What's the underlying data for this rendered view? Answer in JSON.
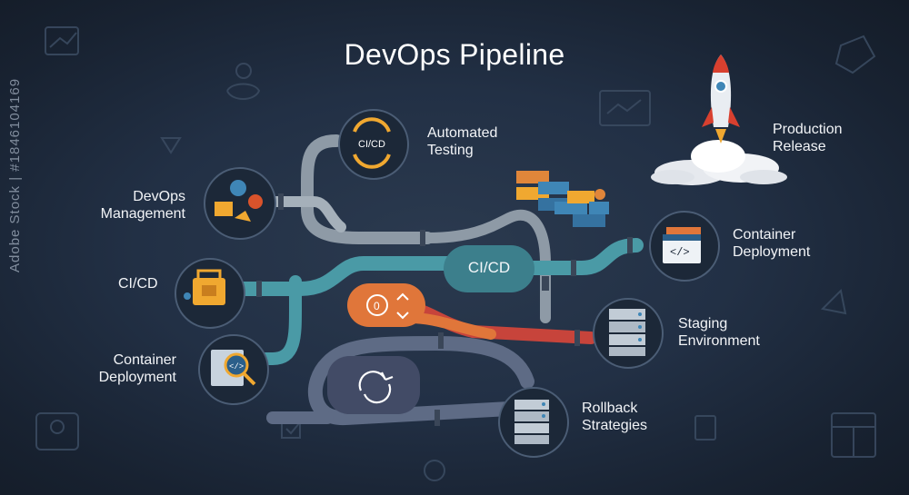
{
  "title": "DevOps Pipeline",
  "stock_id": "Adobe Stock | #1846104169",
  "nodes": {
    "automated_testing": {
      "line1": "Automated",
      "line2": "Testing",
      "icon_text": "CI/CD"
    },
    "devops_management": {
      "line1": "DevOps",
      "line2": "Management"
    },
    "ci_cd": {
      "line1": "CI/CD"
    },
    "container_deployment_left": {
      "line1": "Container",
      "line2": "Deployment"
    },
    "production_release": {
      "line1": "Production",
      "line2": "Release"
    },
    "container_deployment_right": {
      "line1": "Container",
      "line2": "Deployment",
      "icon_text": "</>"
    },
    "staging_environment": {
      "line1": "Staging",
      "line2": "Environment"
    },
    "rollback_strategies": {
      "line1": "Rollback",
      "line2": "Strategies"
    }
  },
  "center_pill": {
    "text": "CI/CD"
  },
  "colors": {
    "pipe_teal": "#4a9aa6",
    "pipe_gray": "#8e9aa6",
    "pipe_orange": "#e0763a",
    "pipe_red": "#c7443b",
    "pipe_slate": "#5e6b85",
    "accent_yellow": "#f0a830",
    "accent_blue": "#3f86b6"
  },
  "icons": [
    "rocket-icon",
    "gears-icon",
    "package-icon",
    "magnifier-code-icon",
    "code-window-icon",
    "server-rack-icon",
    "refresh-icon",
    "containers-icon",
    "sync-arrows-icon"
  ]
}
